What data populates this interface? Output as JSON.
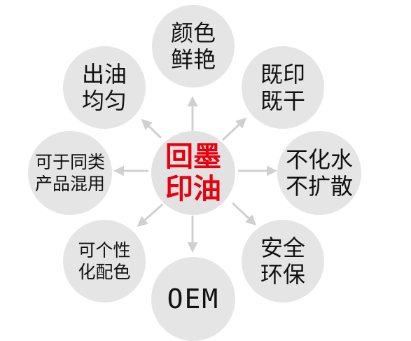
{
  "center": {
    "line1": "回墨",
    "line2": "印油",
    "color": "#e8000e"
  },
  "nodes": {
    "top": {
      "line1": "颜色",
      "line2": "鲜艳"
    },
    "top_right": {
      "line1": "既印",
      "line2": "既干"
    },
    "right": {
      "line1": "不化水",
      "line2": "不扩散"
    },
    "bottom_right": {
      "line1": "安全",
      "line2": "环保"
    },
    "bottom": {
      "line1": "OEM"
    },
    "bottom_left": {
      "line1": "可个性",
      "line2": "化配色"
    },
    "left": {
      "line1": "可于同类",
      "line2": "产品混用"
    },
    "top_left": {
      "line1": "出油",
      "line2": "均匀"
    }
  },
  "colors": {
    "circle": "#e5e5e5",
    "arrow": "#d0d0d0",
    "text": "#111111"
  }
}
